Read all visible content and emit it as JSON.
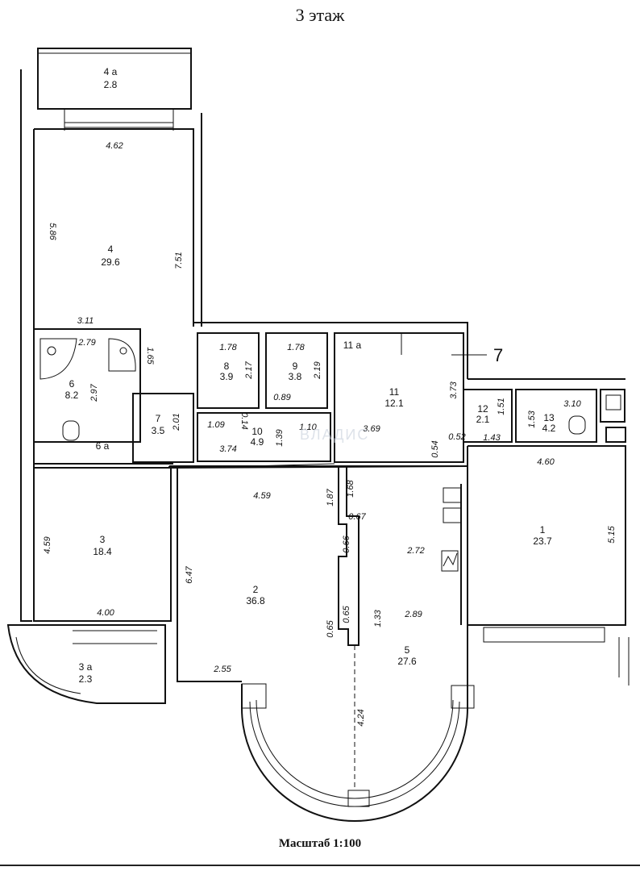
{
  "title": "3 этаж",
  "scale": "Масштаб 1:100",
  "axis_label": "7",
  "watermark": "ВЛАДИС",
  "rooms": [
    {
      "num": "4 а",
      "area": "2.8"
    },
    {
      "num": "4",
      "area": "29.6"
    },
    {
      "num": "6",
      "area": "8.2"
    },
    {
      "num": "6 а",
      "area": ""
    },
    {
      "num": "7",
      "area": "3.5"
    },
    {
      "num": "8",
      "area": "3.9"
    },
    {
      "num": "9",
      "area": "3.8"
    },
    {
      "num": "10",
      "area": "4.9"
    },
    {
      "num": "11 а",
      "area": ""
    },
    {
      "num": "11",
      "area": "12.1"
    },
    {
      "num": "12",
      "area": "2.1"
    },
    {
      "num": "13",
      "area": "4.2"
    },
    {
      "num": "1",
      "area": "23.7"
    },
    {
      "num": "3",
      "area": "18.4"
    },
    {
      "num": "3 а",
      "area": "2.3"
    },
    {
      "num": "2",
      "area": "36.8"
    },
    {
      "num": "5",
      "area": "27.6"
    }
  ],
  "dimensions": [
    "4.62",
    "5.86",
    "7.51",
    "3.11",
    "2.79",
    "1.65",
    "2.97",
    "2.01",
    "1.78",
    "2.17",
    "1.78",
    "2.19",
    "0.89",
    "3.73",
    "3.69",
    "1.09",
    "0.14",
    "1.10",
    "3.74",
    "1.39",
    "0.54",
    "0.52",
    "1.51",
    "3.10",
    "1.53",
    "1.43",
    "4.60",
    "5.15",
    "4.59",
    "4.59",
    "1.87",
    "1.68",
    "0.67",
    "0.66",
    "2.72",
    "6.47",
    "4.00",
    "0.65",
    "0.65",
    "1.33",
    "2.89",
    "2.55",
    "4.24"
  ]
}
